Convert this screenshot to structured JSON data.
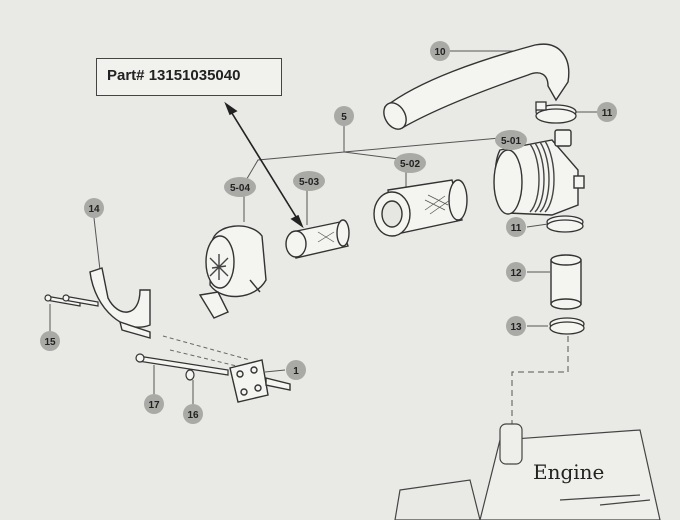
{
  "part_number_label": "Part# 13151035040",
  "engine_label": "Engine",
  "callouts": [
    "10",
    "11",
    "5",
    "5-01",
    "5-02",
    "5-03",
    "5-04",
    "14",
    "11",
    "12",
    "13",
    "1",
    "15",
    "17",
    "16"
  ],
  "colors": {
    "background": "#e9e9e6",
    "line": "#333333",
    "callout_bubble": "#a9a9a6"
  }
}
